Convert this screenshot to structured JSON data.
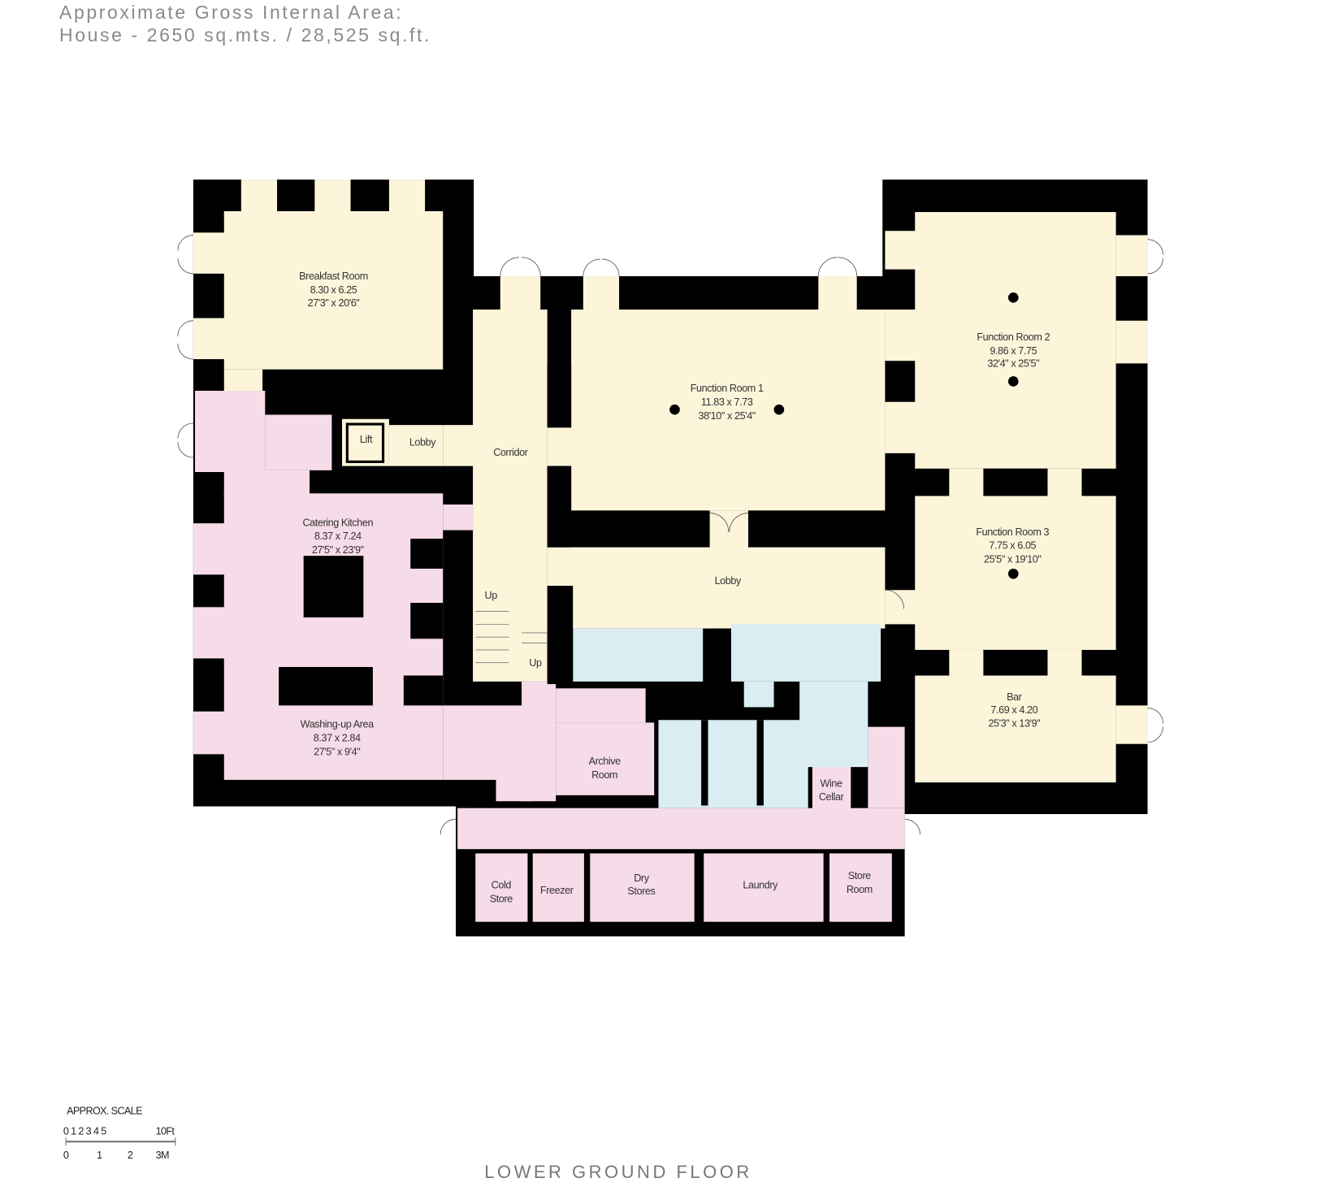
{
  "header": {
    "line1": "Approximate Gross Internal Area:",
    "line2": "House - 2650 sq.mts. / 28,525 sq.ft."
  },
  "colors": {
    "wall": "#000000",
    "reception": "#fcf5da",
    "service": "#f6dbe8",
    "wc": "#d9edf3",
    "text_gray": "#8a8a8a"
  },
  "rooms": [
    {
      "name": "Breakfast Room",
      "metric": "8.30 x 6.25",
      "imperial": "27'3\" x 20'6\""
    },
    {
      "name": "Function Room 2",
      "metric": "9.86 x 7.75",
      "imperial": "32'4\" x 25'5\""
    },
    {
      "name": "Function Room 1",
      "metric": "11.83 x 7.73",
      "imperial": "38'10\" x 25'4\""
    },
    {
      "name": "Catering Kitchen",
      "metric": "8.37 x 7.24",
      "imperial": "27'5\" x 23'9\""
    },
    {
      "name": "Function Room 3",
      "metric": "7.75 x 6.05",
      "imperial": "25'5\" x 19'10\""
    },
    {
      "name": "Bar",
      "metric": "7.69 x 4.20",
      "imperial": "25'3\" x 13'9\""
    },
    {
      "name": "Washing-up Area",
      "metric": "8.37 x 2.84",
      "imperial": "27'5\" x 9'4\""
    }
  ],
  "labels": {
    "lift": "Lift",
    "lobby_small": "Lobby",
    "corridor": "Corridor",
    "lobby_main": "Lobby",
    "up1": "Up",
    "up2": "Up",
    "archive": [
      "Archive",
      "Room"
    ],
    "wine": [
      "Wine",
      "Cellar"
    ],
    "cold": [
      "Cold",
      "Store"
    ],
    "freezer": "Freezer",
    "dry": [
      "Dry",
      "Stores"
    ],
    "laundry": "Laundry",
    "store": [
      "Store",
      "Room"
    ]
  },
  "scale": {
    "title": "APPROX. SCALE",
    "feet_ticks": "0 1 2 3 4 5",
    "feet_end": "10Ft",
    "m0": "0",
    "m1": "1",
    "m2": "2",
    "m3": "3M"
  },
  "floor_label": "LOWER GROUND FLOOR"
}
